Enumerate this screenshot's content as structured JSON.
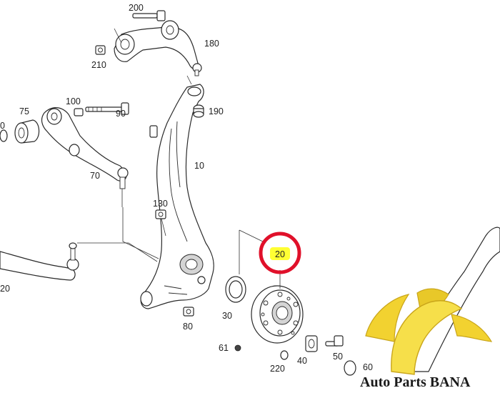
{
  "diagram": {
    "part_labels": {
      "p200": "200",
      "p180": "180",
      "p210": "210",
      "p100": "100",
      "p75": "75",
      "p90": "90",
      "p190": "190",
      "p10": "10",
      "p70": "70",
      "p130": "130",
      "p20": "20",
      "p30": "30",
      "p80": "80",
      "p61": "61",
      "p220": "220",
      "p40": "40",
      "p50": "50",
      "p60": "60",
      "p120": "20",
      "p_edge": "0"
    },
    "highlight": {
      "part": "20",
      "marker_color": "#ffff33",
      "ring_color": "#e0102a"
    }
  },
  "watermark": {
    "text": "Auto Parts BANA",
    "colors": {
      "banana": "#f2d230",
      "banana_dark": "#c9a51a",
      "ink": "#1a1a1a"
    }
  }
}
